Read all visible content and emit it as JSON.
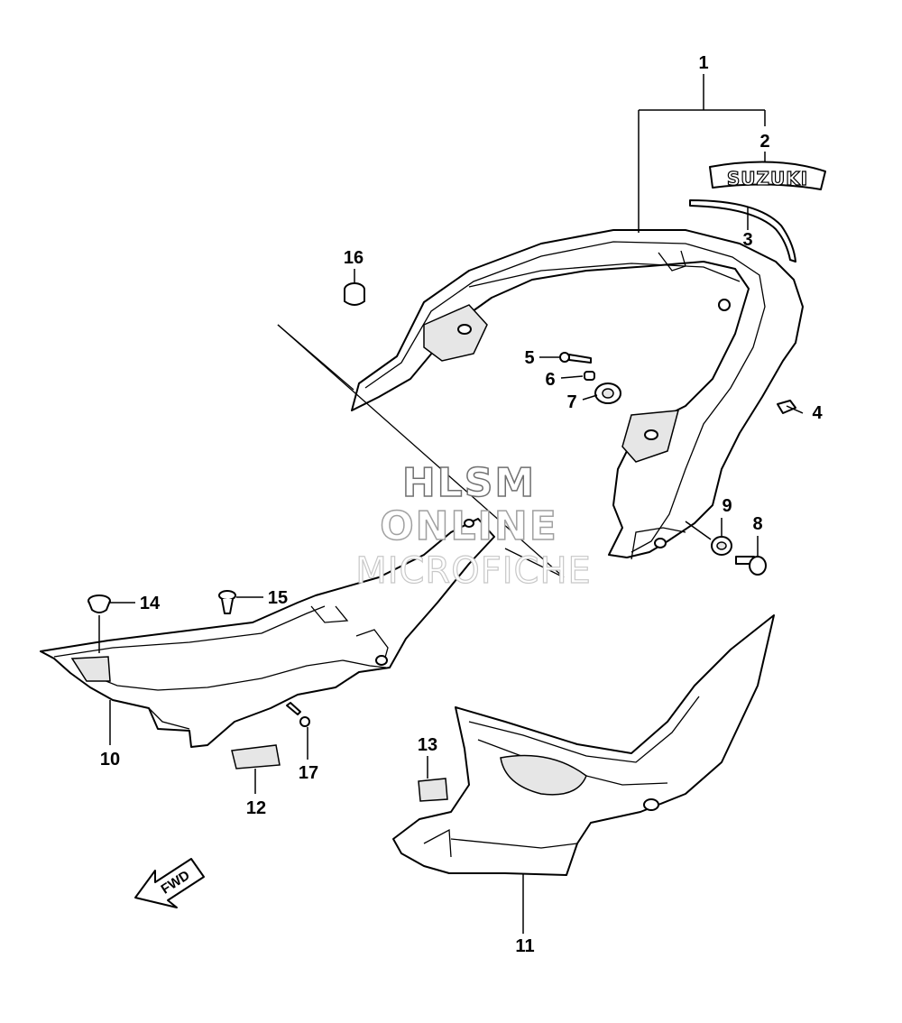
{
  "callouts": [
    "1",
    "2",
    "3",
    "4",
    "5",
    "6",
    "7",
    "8",
    "9",
    "10",
    "11",
    "12",
    "13",
    "14",
    "15",
    "16",
    "17"
  ],
  "decal_text": "SUZUKI",
  "watermark": [
    "HLSM",
    "ONLINE",
    "MICROFICHE"
  ],
  "fwd_label": "FWD",
  "colors": {
    "line": "#000000",
    "shade": "#e6e6e6",
    "watermark": "#707070"
  }
}
